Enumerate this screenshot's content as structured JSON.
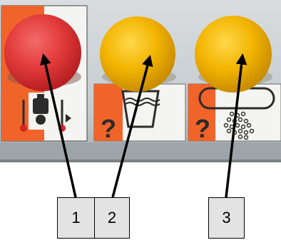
{
  "image": {
    "description_ref": "control-panel-photo",
    "colors": {
      "panel": "#c9cfd3",
      "panel_bottom": "#9aa1a6",
      "orange": "#f0642a",
      "red_button": "#e23a3a",
      "yellow_button": "#f0b400",
      "label_white": "#f4f4f2"
    }
  },
  "callouts": [
    {
      "label": "1",
      "target": "red-button"
    },
    {
      "label": "2",
      "target": "yellow-button-level"
    },
    {
      "label": "3",
      "target": "yellow-button-drain"
    }
  ],
  "icons": [
    "thermometer-motor-icon",
    "question-mark-icon",
    "water-tank-icon",
    "filter-granules-icon"
  ]
}
